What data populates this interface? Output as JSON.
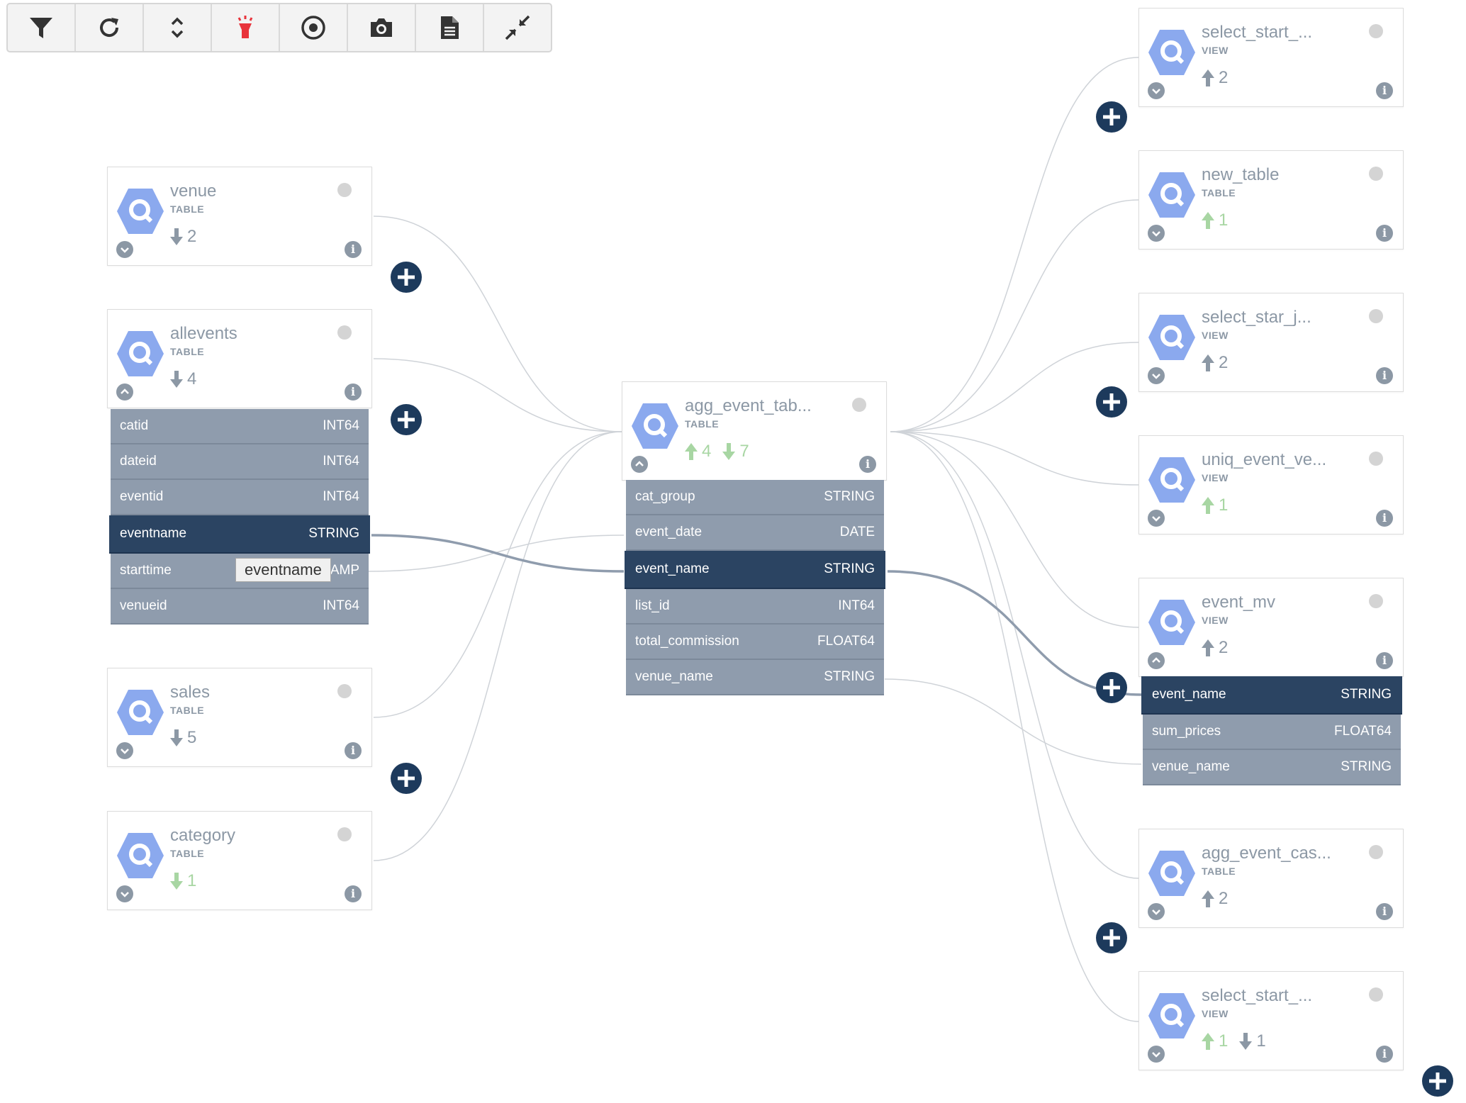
{
  "toolbar": {
    "buttons": [
      "filter-icon",
      "refresh-icon",
      "expand-collapse-icon",
      "highlight-icon",
      "focus-icon",
      "camera-icon",
      "document-icon",
      "compress-icon"
    ]
  },
  "colors": {
    "node_text": "#8c98a5",
    "column_bg": "#8f9cad",
    "column_highlight": "#2b4462",
    "plus_button": "#1d3a5c",
    "upstream_green": "#a8d6a3",
    "hex_icon": "#8ba9ee"
  },
  "nodes": {
    "venue": {
      "name": "venue",
      "type": "TABLE",
      "down": "2"
    },
    "allevents": {
      "name": "allevents",
      "type": "TABLE",
      "down": "4"
    },
    "sales": {
      "name": "sales",
      "type": "TABLE",
      "down": "5"
    },
    "category": {
      "name": "category",
      "type": "TABLE",
      "down": "1"
    },
    "agg": {
      "name": "agg_event_tab...",
      "type": "TABLE",
      "up": "4",
      "down": "7"
    },
    "r1": {
      "name": "select_start_...",
      "type": "VIEW",
      "up": "2"
    },
    "r2": {
      "name": "new_table",
      "type": "TABLE",
      "up": "1"
    },
    "r3": {
      "name": "select_star_j...",
      "type": "VIEW",
      "up": "2"
    },
    "r4": {
      "name": "uniq_event_ve...",
      "type": "VIEW",
      "up": "1"
    },
    "r5": {
      "name": "event_mv",
      "type": "VIEW",
      "up": "2"
    },
    "r6": {
      "name": "agg_event_cas...",
      "type": "TABLE",
      "up": "2"
    },
    "r7": {
      "name": "select_start_...",
      "type": "VIEW",
      "up": "1",
      "down": "1"
    }
  },
  "allevents_columns": [
    {
      "name": "catid",
      "type": "INT64"
    },
    {
      "name": "dateid",
      "type": "INT64"
    },
    {
      "name": "eventid",
      "type": "INT64"
    },
    {
      "name": "eventname",
      "type": "STRING"
    },
    {
      "name": "starttime",
      "type": "TIMESTAMP"
    },
    {
      "name": "venueid",
      "type": "INT64"
    }
  ],
  "agg_columns": [
    {
      "name": "cat_group",
      "type": "STRING"
    },
    {
      "name": "event_date",
      "type": "DATE"
    },
    {
      "name": "event_name",
      "type": "STRING"
    },
    {
      "name": "list_id",
      "type": "INT64"
    },
    {
      "name": "total_commission",
      "type": "FLOAT64"
    },
    {
      "name": "venue_name",
      "type": "STRING"
    }
  ],
  "event_mv_columns": [
    {
      "name": "event_name",
      "type": "STRING"
    },
    {
      "name": "sum_prices",
      "type": "FLOAT64"
    },
    {
      "name": "venue_name",
      "type": "STRING"
    }
  ],
  "tooltip": "eventname"
}
